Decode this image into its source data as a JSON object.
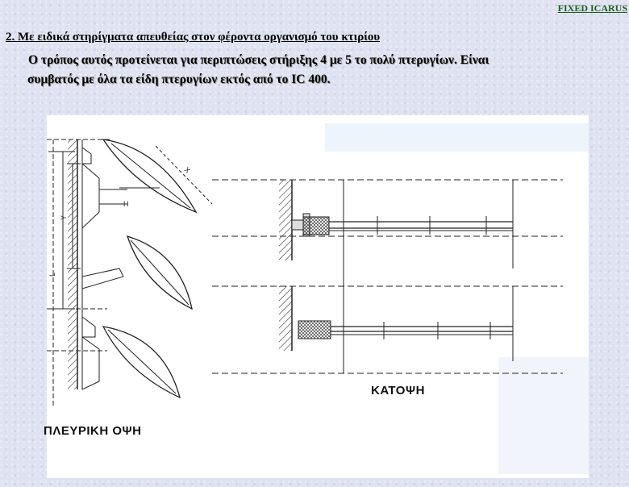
{
  "header": {
    "brand_link": "FIXED ICARUS"
  },
  "content": {
    "heading": "2. Με ειδικά στηρίγματα απευθείας στον φέροντα οργανισμό του κτιρίου",
    "paragraph_line1": "Ο τρόπος αυτός προτείνεται για περιπτώσεις στήριξης 4 με 5 το πολύ πτερυγίων. Είναι",
    "paragraph_line2": "συμβατός με όλα τα είδη πτερυγίων εκτός από το IC 400."
  },
  "drawing": {
    "side_view_label": "ΠΛΕΥΡΙΚΗ ΟΨΗ",
    "plan_view_label": "ΚΑΤΟΨΗ",
    "dimension_letters": [
      "L",
      "Y",
      "X",
      "H"
    ]
  },
  "colors": {
    "link_green": "#1f5f1f",
    "page_bg": "#dfe2f1"
  }
}
